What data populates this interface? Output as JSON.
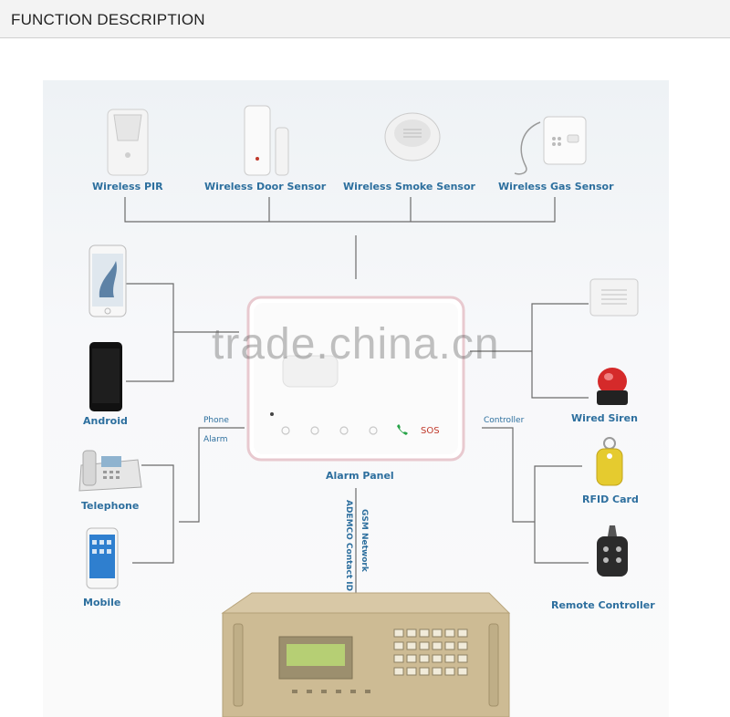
{
  "header": {
    "title": "FUNCTION DESCRIPTION"
  },
  "sensors": [
    {
      "label": "Wireless PIR"
    },
    {
      "label": "Wireless Door Sensor"
    },
    {
      "label": "Wireless Smoke Sensor"
    },
    {
      "label": "Wireless Gas Sensor"
    }
  ],
  "left_devices": [
    {
      "label": "Android"
    },
    {
      "label": "Telephone"
    },
    {
      "label": "Mobile"
    }
  ],
  "right_devices": [
    {
      "label": "Wired Siren"
    },
    {
      "label": "RFID Card"
    },
    {
      "label": "Remote Controller"
    }
  ],
  "link_labels": {
    "phone": "Phone",
    "alarm": "Alarm",
    "controller": "Controller",
    "gsm": "GSM Network",
    "ademco": "ADEMCO Contact ID"
  },
  "center": {
    "label": "Alarm Panel",
    "sos": "SOS"
  },
  "watermark": "trade.china.cn",
  "colors": {
    "label": "#2d6f9e",
    "line": "#6b6b6b",
    "header_bg": "#f3f3f3"
  }
}
